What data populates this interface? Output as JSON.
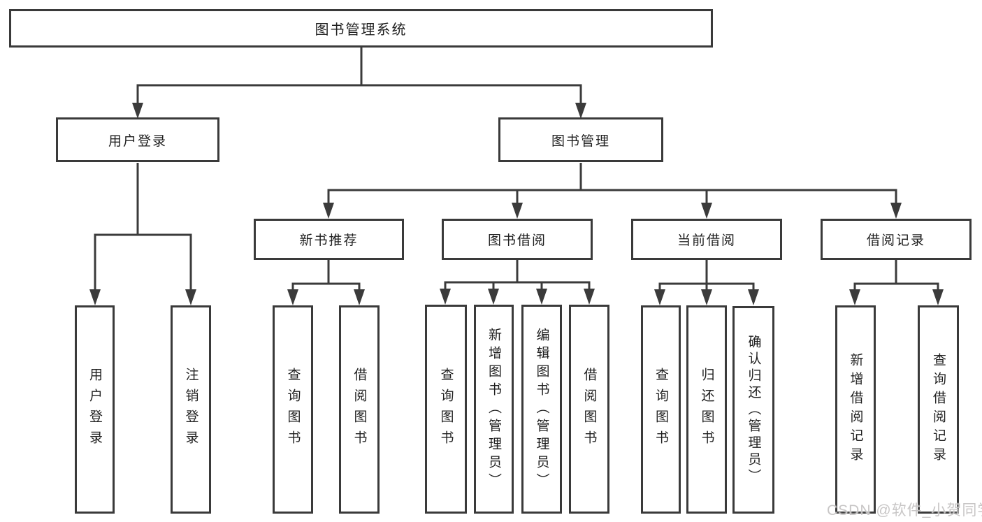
{
  "diagram": {
    "title": "图书管理系统",
    "root": {
      "label": "图书管理系统"
    },
    "level2": [
      {
        "label": "用户登录"
      },
      {
        "label": "图书管理"
      }
    ],
    "level3": [
      {
        "label": "新书推荐"
      },
      {
        "label": "图书借阅"
      },
      {
        "label": "当前借阅"
      },
      {
        "label": "借阅记录"
      }
    ],
    "leaves": [
      {
        "label": "用户登录",
        "parent": "用户登录"
      },
      {
        "label": "注销登录",
        "parent": "用户登录"
      },
      {
        "label": "查询图书",
        "parent": "新书推荐"
      },
      {
        "label": "借阅图书",
        "parent": "新书推荐"
      },
      {
        "label": "查询图书",
        "parent": "图书借阅"
      },
      {
        "label": "新增图书（管理员）",
        "parent": "图书借阅"
      },
      {
        "label": "编辑图书（管理员）",
        "parent": "图书借阅"
      },
      {
        "label": "借阅图书",
        "parent": "图书借阅"
      },
      {
        "label": "查询图书",
        "parent": "当前借阅"
      },
      {
        "label": "归还图书",
        "parent": "当前借阅"
      },
      {
        "label": "确认归还（管理员）",
        "parent": "当前借阅"
      },
      {
        "label": "新增借阅记录",
        "parent": "借阅记录"
      },
      {
        "label": "查询借阅记录",
        "parent": "借阅记录"
      }
    ]
  },
  "watermark": {
    "text": "CSDN @软件_小贺同学"
  },
  "colors": {
    "line": "#3b3b3b",
    "border": "#3a3a3a",
    "text": "#1f1f1f",
    "background": "#ffffff",
    "watermark": "#c5c3c3"
  }
}
